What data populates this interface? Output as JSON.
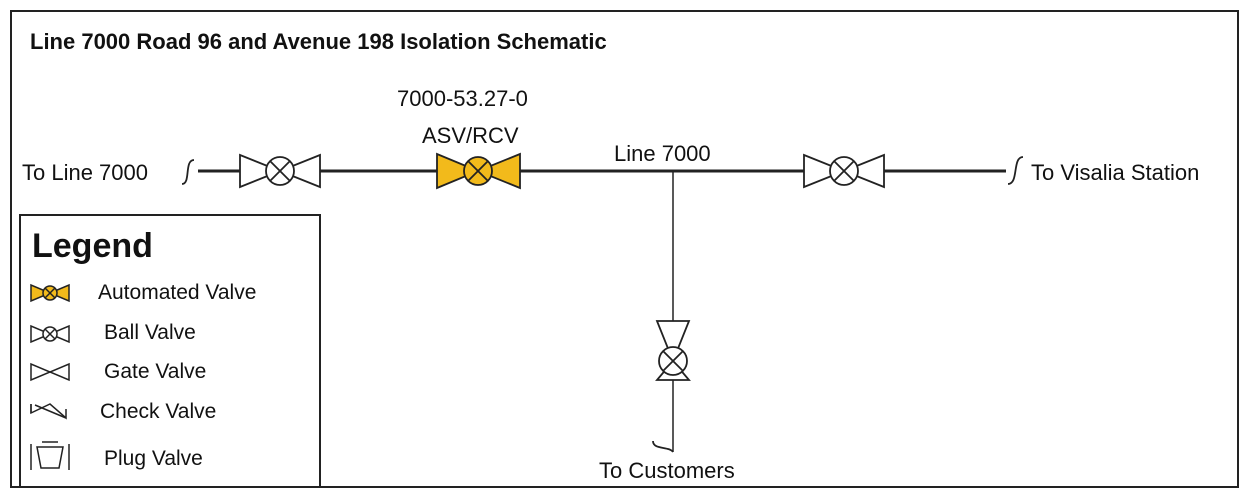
{
  "title": "Line 7000 Road 96 and Avenue 198 Isolation Schematic",
  "valve_label": {
    "id": "7000-53.27-0",
    "type": "ASV/RCV"
  },
  "line_label": "Line 7000",
  "connections": {
    "left": "To Line 7000",
    "right": "To Visalia Station",
    "bottom": "To Customers"
  },
  "legend": {
    "title": "Legend",
    "items": [
      {
        "label": "Automated Valve",
        "symbol": "automated-valve"
      },
      {
        "label": "Ball Valve",
        "symbol": "ball-valve"
      },
      {
        "label": "Gate Valve",
        "symbol": "gate-valve"
      },
      {
        "label": "Check Valve",
        "symbol": "check-valve"
      },
      {
        "label": "Plug Valve",
        "symbol": "plug-valve"
      }
    ]
  },
  "colors": {
    "automated_fill": "#F2BA1B",
    "line": "#222222"
  }
}
